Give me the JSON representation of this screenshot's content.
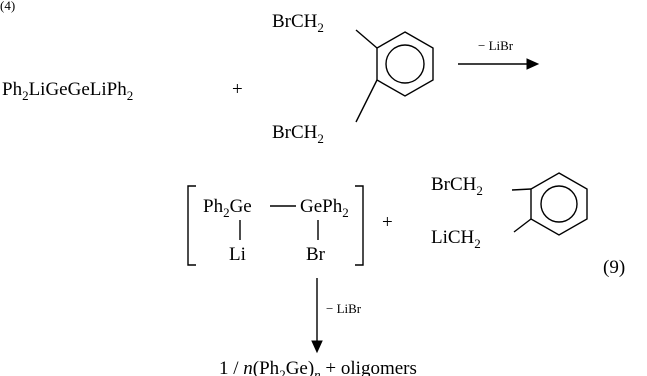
{
  "scheme": {
    "corner_mark": "(4)",
    "reactant1": {
      "main": "Ph",
      "sub1": "2",
      "mid": "LiGeGeLiPh",
      "sub2": "2"
    },
    "plus1": "+",
    "reactant2": {
      "top_group": {
        "main": "BrCH",
        "sub": "2"
      },
      "bottom_group": {
        "main": "BrCH",
        "sub": "2"
      }
    },
    "arrow1_label": "− LiBr",
    "intermediate": {
      "left_top": {
        "main": "Ph",
        "sub": "2",
        "tail": "Ge"
      },
      "dash": "—",
      "right_top": {
        "main": "GePh",
        "sub": "2"
      },
      "left_bottom": "Li",
      "right_bottom": "Br"
    },
    "plus2": "+",
    "coproduct": {
      "top_group": {
        "main": "BrCH",
        "sub": "2"
      },
      "bottom_group": {
        "main": "LiCH",
        "sub": "2"
      }
    },
    "equation_number": "(9)",
    "arrow2_label": "− LiBr",
    "product": {
      "pre": "1 / ",
      "n1": "n",
      "open": "(Ph",
      "sub": "2",
      "close": "Ge)",
      "n2": "n",
      "post": " + oligomers"
    }
  }
}
